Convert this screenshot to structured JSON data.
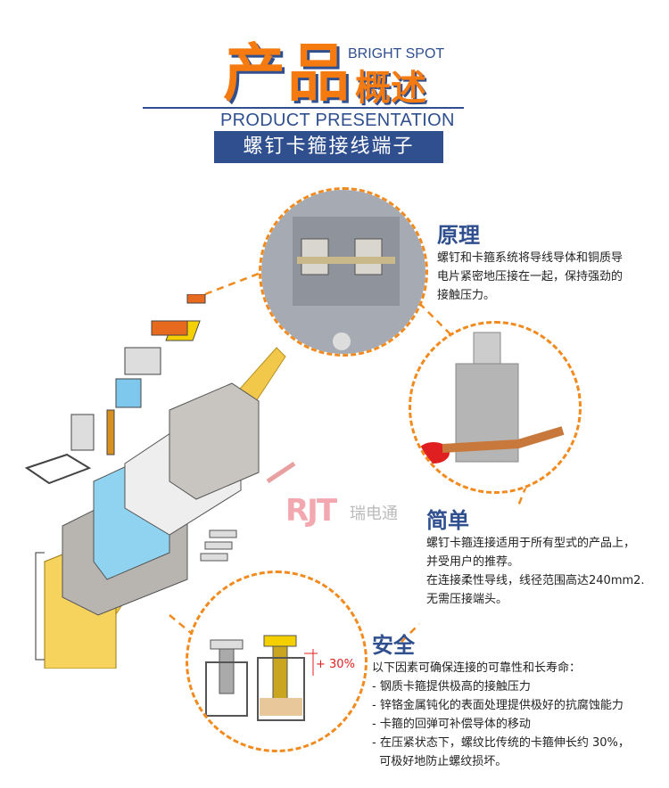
{
  "header": {
    "title_big": "产品",
    "title_small": "概述",
    "bright_spot": "BRIGHT SPOT",
    "subtitle_en": "PRODUCT PRESENTATION",
    "product_name": "螺钉卡箍接线端子"
  },
  "sections": [
    {
      "heading": "原理",
      "lines": [
        "螺钉和卡箍系统将导线导体和铜质导",
        "电片紧密地压接在一起，保持强劲的",
        "接触压力。"
      ]
    },
    {
      "heading": "简单",
      "lines": [
        "螺钉卡箍连接适用于所有型式的产品上，",
        "并受用户的推荐。",
        "在连接柔性导线，线径范围高达240mm2.",
        "无需压接端头。"
      ]
    },
    {
      "heading": "安全",
      "lines": [
        "以下因素可确保连接的可靠性和长寿命：",
        "- 钢质卡箍提供极高的接触压力",
        "- 锌铬金属钝化的表面处理提供极好的抗腐蚀能力",
        "- 卡箍的回弹可补偿导体的移动",
        "- 在压紧状态下，螺纹比传统的卡箍伸长约 30%，",
        "  可极好地防止螺纹损坏。"
      ]
    }
  ],
  "diagram": {
    "elongation_label": "+ 30%"
  },
  "watermark": {
    "logo": "RJT",
    "text": "瑞电通"
  },
  "colors": {
    "accent": "#f57a10",
    "brand": "#2f4f8f",
    "dash": "#f28a1e"
  }
}
